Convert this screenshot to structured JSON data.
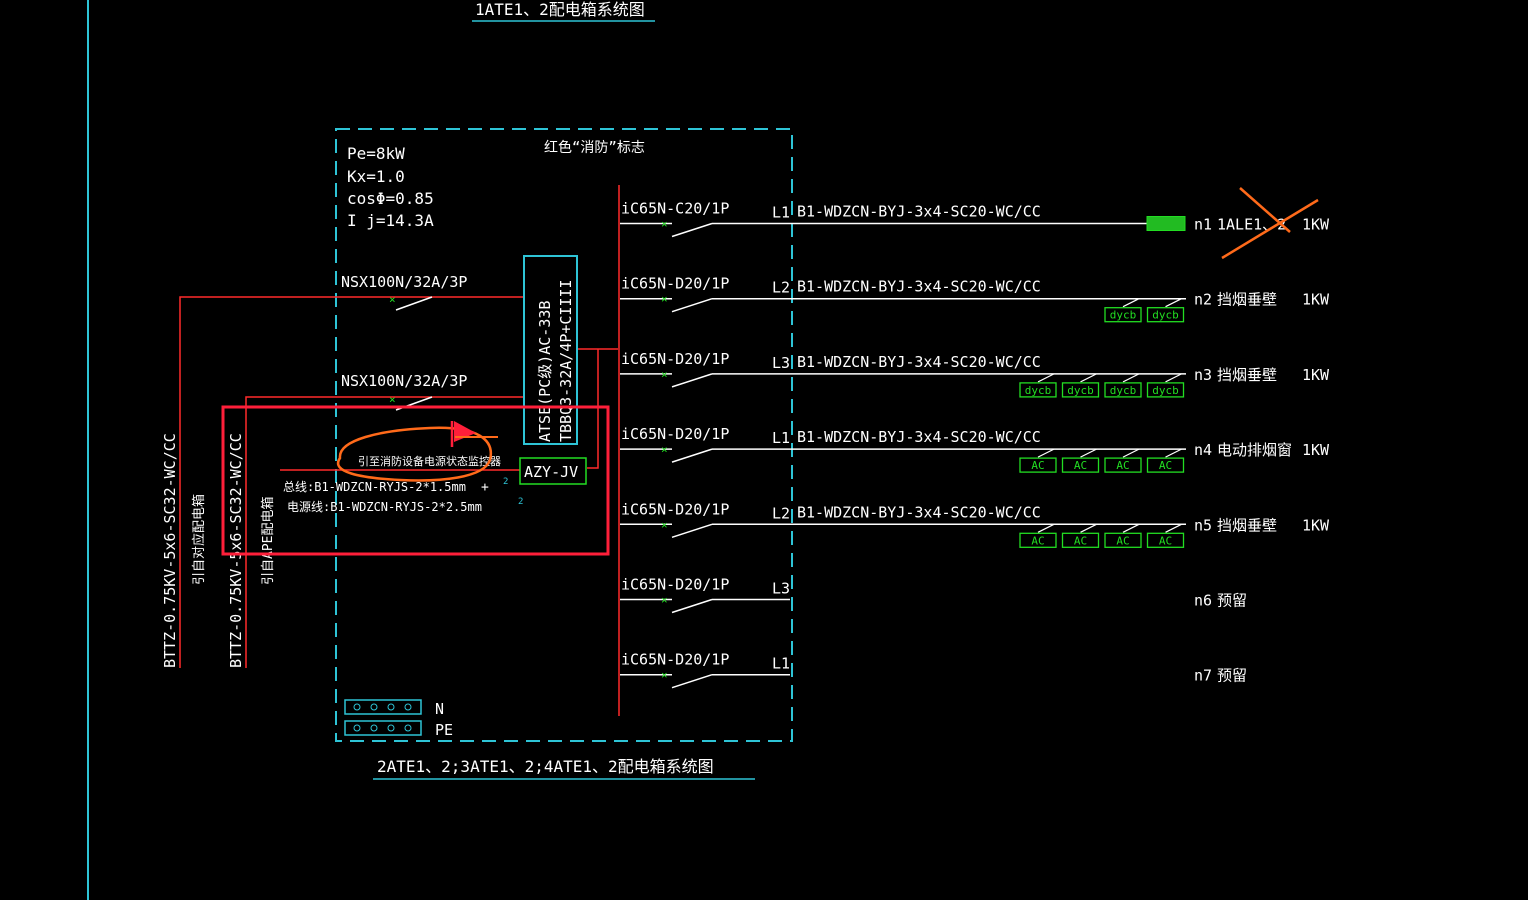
{
  "title_top": "1ATE1、2配电箱系统图",
  "title_bottom": "2ATE1、2;3ATE1、2;4ATE1、2配电箱系统图",
  "box_note": "红色“消防”标志",
  "params": [
    "Pe=8kW",
    "Kx=1.0",
    "cosΦ=0.85",
    "I j=14.3A"
  ],
  "incomers": [
    "NSX100N/32A/3P",
    "NSX100N/32A/3P"
  ],
  "ats_lines": [
    "ATSE(PC级)AC-33B",
    "TBBQ3-32A/4P+CIIII"
  ],
  "monitor_label": "AZY-JV",
  "annotation": {
    "title": "引至消防设备电源状态监控器",
    "line1": "总线:B1-WDZCN-RYJS-2*1.5mm",
    "plus": "+",
    "line2": "电源线:B1-WDZCN-RYJS-2*2.5mm",
    "sup": "2"
  },
  "feeders": [
    {
      "label": "BTTZ-0.75KV-5x6-SC32-WC/CC",
      "source": "引自对应配电箱"
    },
    {
      "label": "BTTZ-0.75KV-5x6-SC32-WC/CC",
      "source": "引自APE配电箱"
    }
  ],
  "busbars": [
    "N",
    "PE"
  ],
  "circuits": [
    {
      "breaker": "iC65N-C20/1P",
      "phase": "L1",
      "cable": "B1-WDZCN-BYJ-3x4-SC20-WC/CC",
      "loop": "n1",
      "load": "1ALE1、2",
      "power": "1KW",
      "devices": []
    },
    {
      "breaker": "iC65N-D20/1P",
      "phase": "L2",
      "cable": "B1-WDZCN-BYJ-3x4-SC20-WC/CC",
      "loop": "n2",
      "load": "挡烟垂壁",
      "power": "1KW",
      "devices": [
        "dycb",
        "dycb"
      ]
    },
    {
      "breaker": "iC65N-D20/1P",
      "phase": "L3",
      "cable": "B1-WDZCN-BYJ-3x4-SC20-WC/CC",
      "loop": "n3",
      "load": "挡烟垂壁",
      "power": "1KW",
      "devices": [
        "dycb",
        "dycb",
        "dycb",
        "dycb"
      ]
    },
    {
      "breaker": "iC65N-D20/1P",
      "phase": "L1",
      "cable": "B1-WDZCN-BYJ-3x4-SC20-WC/CC",
      "loop": "n4",
      "load": "电动排烟窗",
      "power": "1KW",
      "devices": [
        "AC",
        "AC",
        "AC",
        "AC"
      ]
    },
    {
      "breaker": "iC65N-D20/1P",
      "phase": "L2",
      "cable": "B1-WDZCN-BYJ-3x4-SC20-WC/CC",
      "loop": "n5",
      "load": "挡烟垂壁",
      "power": "1KW",
      "devices": [
        "AC",
        "AC",
        "AC",
        "AC"
      ]
    },
    {
      "breaker": "iC65N-D20/1P",
      "phase": "L3",
      "cable": "",
      "loop": "n6",
      "load": "预留",
      "power": "",
      "devices": []
    },
    {
      "breaker": "iC65N-D20/1P",
      "phase": "L1",
      "cable": "",
      "loop": "n7",
      "load": "预留",
      "power": "",
      "devices": []
    }
  ],
  "colors": {
    "background": "#000000",
    "line": "#ffffff",
    "frame": "#2ec4d6",
    "feeder": "#ff2a2a",
    "device": "#22dd22",
    "highlight": "#ff1f3a",
    "markup": "#ff6a1a"
  }
}
